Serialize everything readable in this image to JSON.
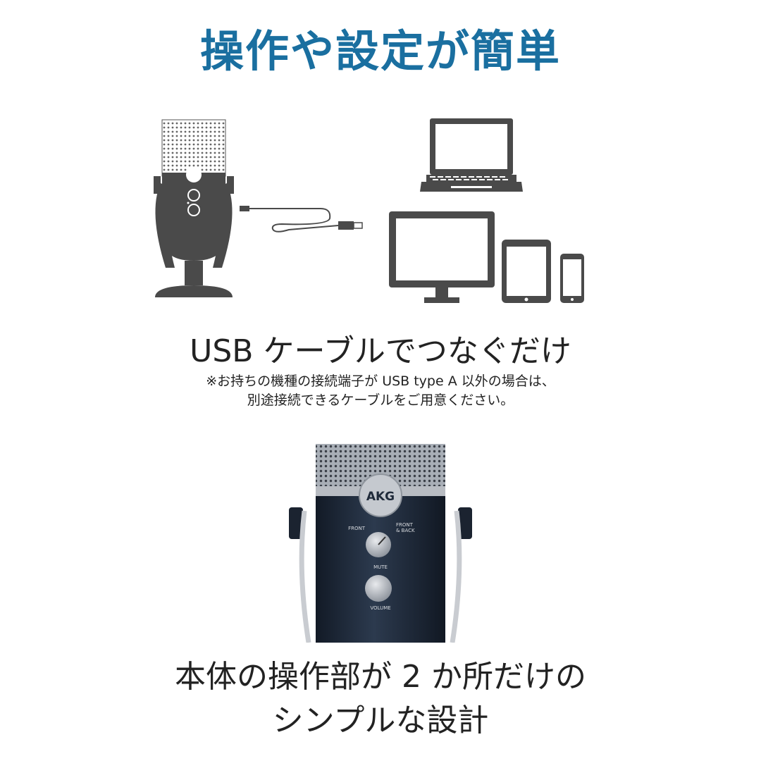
{
  "title": "操作や設定が簡単",
  "caption1": "USB ケーブルでつなぐだけ",
  "note": {
    "line1": "※お持ちの機種の接続端子が USB type A 以外の場合は、",
    "line2": "別途接続できるケーブルをご用意ください。"
  },
  "photo": {
    "brand": "AKG",
    "label_front": "FRONT",
    "label_front_back_1": "FRONT",
    "label_front_back_2": "& BACK",
    "label_mute": "MUTE",
    "label_volume": "VOLUME"
  },
  "caption2": {
    "line1": "本体の操作部が 2 か所だけの",
    "line2": "シンプルな設計"
  },
  "colors": {
    "title": "#1a6fa0",
    "icon_dark": "#4a4a4a",
    "mic_body": "#1f2a3a"
  },
  "icons": [
    "microphone-icon",
    "usb-cable-icon",
    "laptop-icon",
    "monitor-icon",
    "tablet-icon",
    "smartphone-icon"
  ]
}
